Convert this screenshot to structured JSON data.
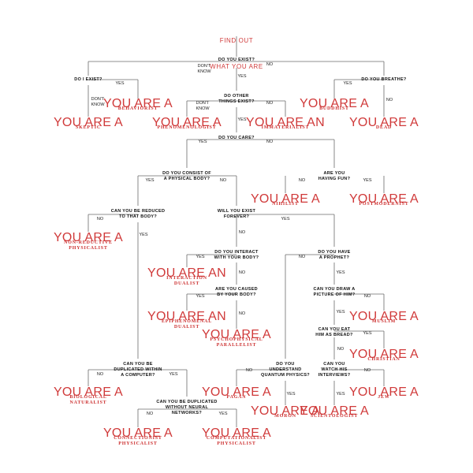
{
  "title": [
    "FIND OUT",
    "WHAT YOU ARE"
  ],
  "prefixes": {
    "a": "YOU ARE A",
    "an": "YOU ARE AN"
  },
  "questions": {
    "q_exist": "DO YOU EXIST?",
    "q_iexist": "DO I EXIST?",
    "q_breathe": "DO YOU BREATHE?",
    "q_other": "DO OTHER\nTHINGS EXIST?",
    "q_care": "DO YOU CARE?",
    "q_physbody": "DO YOU CONSIST OF\nA PHYSICAL BODY?",
    "q_fun": "ARE YOU\nHAVING FUN?",
    "q_reduced": "CAN YOU BE REDUCED\nTO THAT BODY?",
    "q_forever": "WILL YOU EXIST\nFOREVER?",
    "q_interact": "DO YOU INTERACT\nWITH YOUR BODY?",
    "q_prophet": "DO YOU HAVE\nA PROPHET?",
    "q_caused": "ARE YOU CAUSED\nBY YOUR BODY?",
    "q_draw": "CAN YOU DRAW A\nPICTURE OF HIM?",
    "q_eat": "CAN YOU EAT\nHIM AS BREAD?",
    "q_duplicated": "CAN YOU BE\nDUPLICATED WITHIN\nA COMPUTER?",
    "q_quantum": "DO YOU\nUNDERSTAND\nQUANTUM PHYSICS?",
    "q_interviews": "CAN YOU\nWATCH HIS\nINTERVIEWS?",
    "q_neural": "CAN YOU BE DUPLICATED\nWITHOUT NEURAL\nNETWORKS?"
  },
  "answers": {
    "yes": "YES",
    "no": "NO",
    "dont_know": "DON'T\nKNOW"
  },
  "results": {
    "skeptic": "SKEPTIC",
    "behaviorist": "BEHAVIORIST",
    "buddhist": "BUDDHIST",
    "dead": "DEAD",
    "phenomenologist": "PHENOMENOLOGIST",
    "immaterialist": "IMMATERIALIST",
    "nihilist": "NIHILIST",
    "postmodernist": "POSTMODERNIST",
    "nonreductive": "NON-REDUCTIVE\nPHYSICALIST",
    "interaction": "INTERACTION\nDUALIST",
    "muslim": "MUSLIM",
    "epiphenomenal": "EPIPHENOMENAL\nDUALIST",
    "christian": "CHRISTIAN",
    "psychophysical": "PSYCHOPHYSICAL\nPARALLELIST",
    "biological": "BIOLOGICAL\nNATURALIST",
    "pagan": "PAGAN",
    "jew": "JEW",
    "moron": "MORON",
    "scientologist": "SCIENTOLOGIST",
    "connectionist": "CONNECTIONIST\nPHYSICALIST",
    "computationalist": "COMPUTATIONALIST\nPHYSICALIST"
  }
}
